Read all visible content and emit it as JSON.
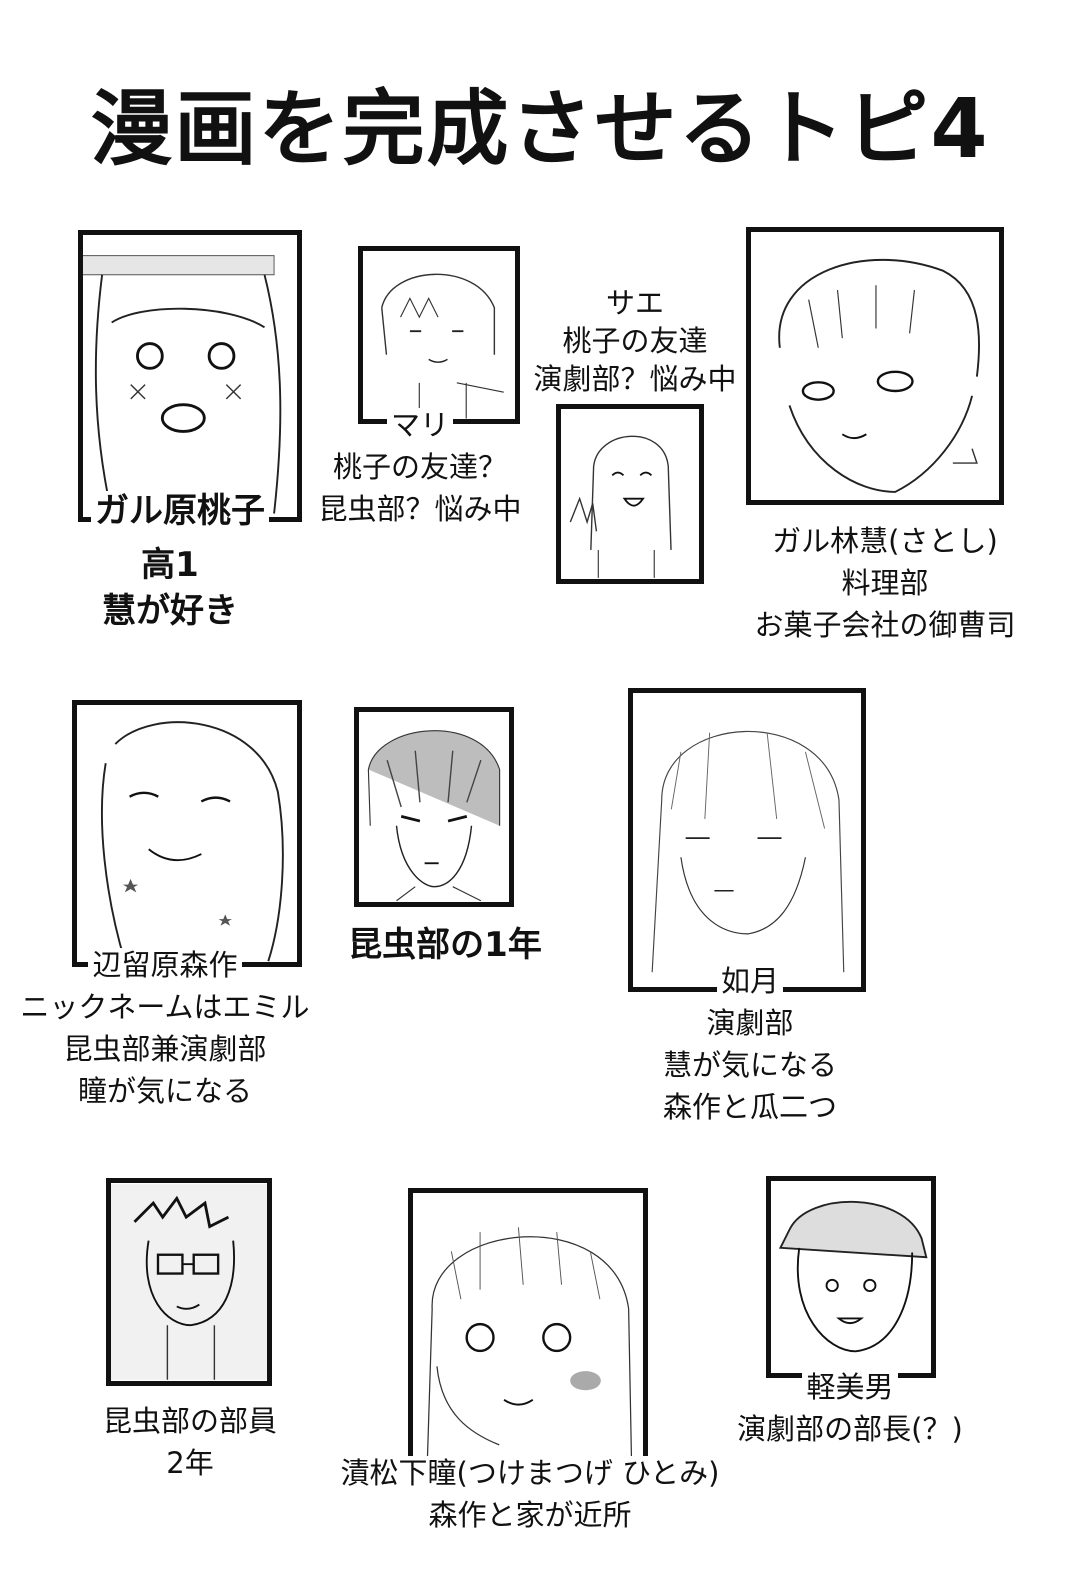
{
  "title": "漫画を完成させるトピ4",
  "characters": [
    {
      "name": "ガル原桃子",
      "lines": [
        "高1",
        "慧が好き"
      ]
    },
    {
      "name": "マリ",
      "lines": [
        "桃子の友達？",
        "昆虫部？悩み中"
      ]
    },
    {
      "name": "サエ",
      "lines": [
        "桃子の友達",
        "演劇部？悩み中"
      ]
    },
    {
      "name": "ガル林慧(さとし)",
      "lines": [
        "料理部",
        "お菓子会社の御曹司"
      ]
    },
    {
      "name": "辺留原森作",
      "lines": [
        "ニックネームはエミル",
        "昆虫部兼演劇部",
        "瞳が気になる"
      ]
    },
    {
      "name": "昆虫部の1年",
      "lines": []
    },
    {
      "name": "如月",
      "lines": [
        "演劇部",
        "慧が気になる",
        "森作と瓜二つ"
      ]
    },
    {
      "name": "昆虫部の部員",
      "lines": [
        "2年"
      ]
    },
    {
      "name": "漬松下瞳(つけまつげ ひとみ)",
      "lines": [
        "森作と家が近所"
      ]
    },
    {
      "name": "軽美男",
      "lines": [
        "演劇部の部長(？)"
      ]
    }
  ]
}
